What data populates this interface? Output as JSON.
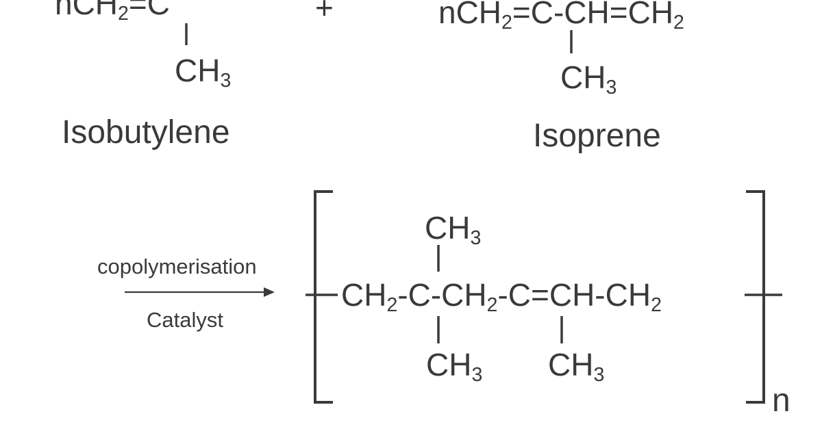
{
  "reactant1": {
    "main_prefix": "nCH",
    "main_sub": "2",
    "main_suffix": "=C",
    "branch": "CH",
    "branch_sub": "3",
    "name": "Isobutylene"
  },
  "plus": "+",
  "reactant2": {
    "main_prefix": "nCH",
    "main_sub1": "2",
    "main_middle": "=C-CH=CH",
    "main_sub2": "2",
    "branch": "CH",
    "branch_sub": "3",
    "name": "Isoprene"
  },
  "reaction": {
    "condition_above": "copolymerisation",
    "condition_below": "Catalyst"
  },
  "product": {
    "top_branch": "CH",
    "top_branch_sub": "3",
    "seg1": "CH",
    "seg1_sub": "2",
    "seg2": "-C-CH",
    "seg2_sub": "2",
    "seg3": "-C=CH-CH",
    "seg3_sub": "2",
    "bottom_branch1": "CH",
    "bottom_branch1_sub": "3",
    "bottom_branch2": "CH",
    "bottom_branch2_sub": "3",
    "repeat_subscript": "n"
  },
  "colors": {
    "ink": "#3a3a3a",
    "background": "#ffffff"
  }
}
